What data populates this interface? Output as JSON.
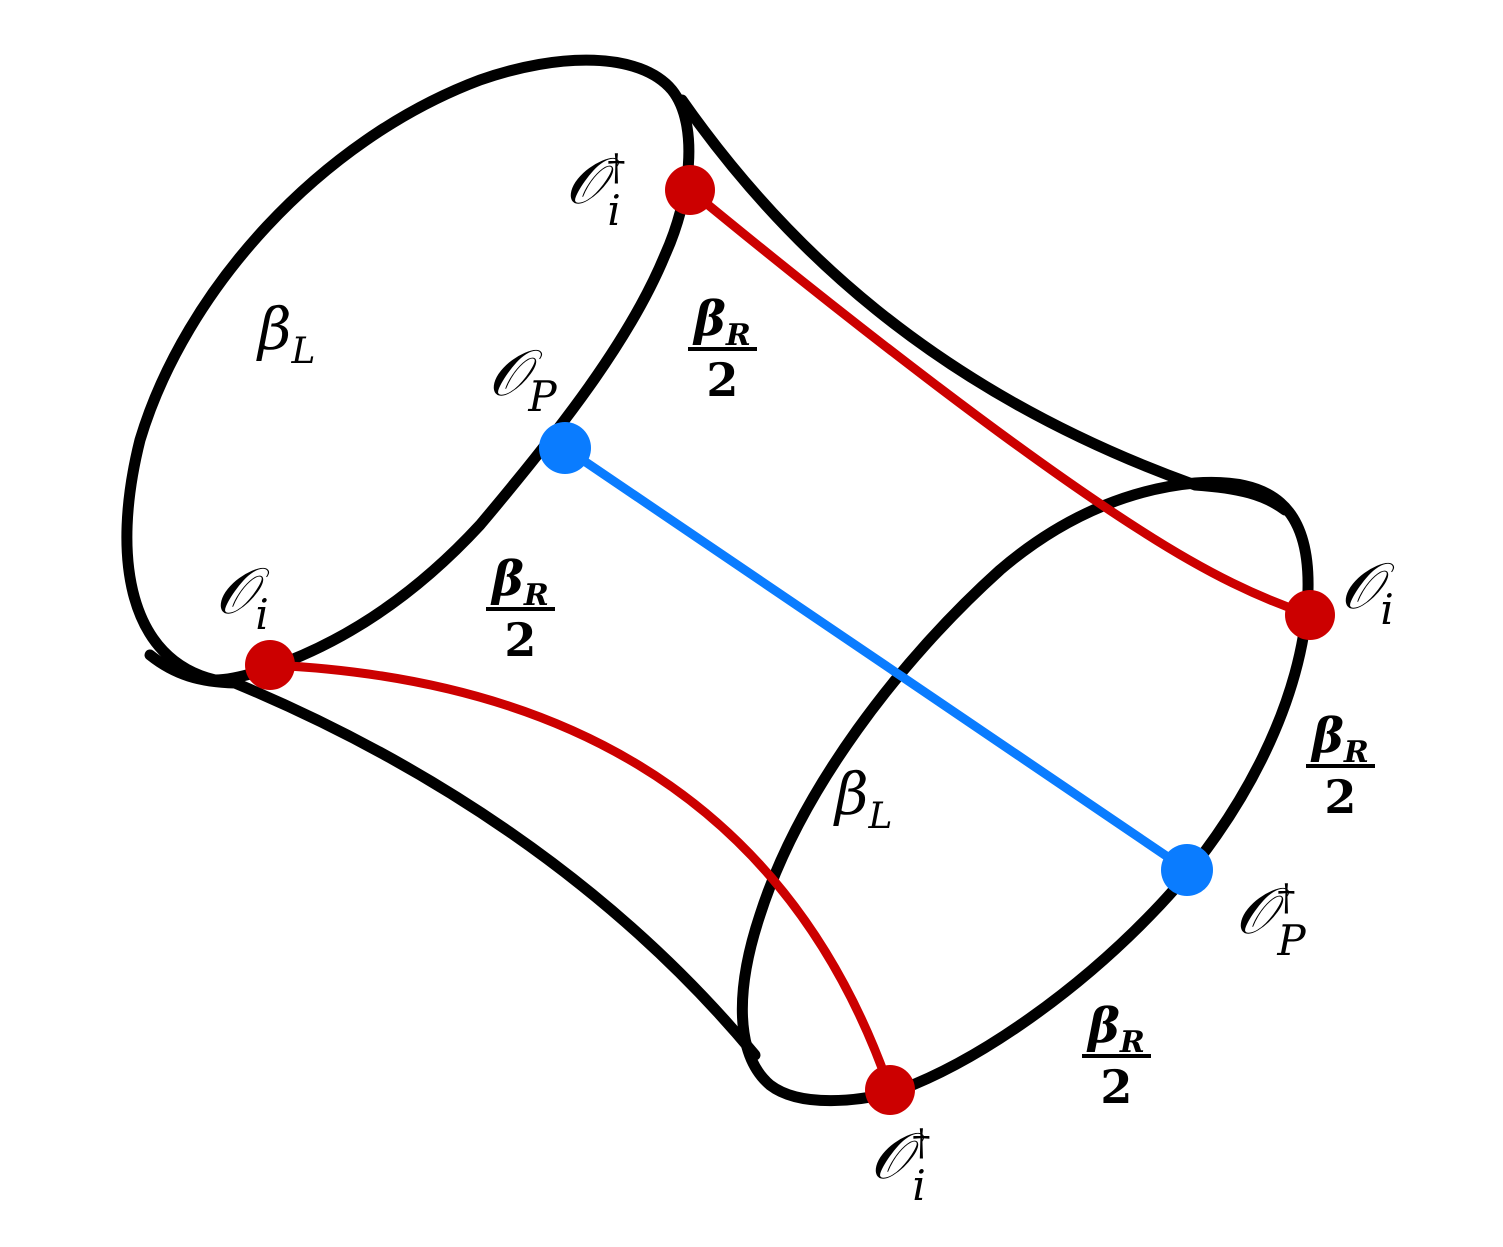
{
  "diagram": {
    "colors": {
      "outline": "#000000",
      "red_path": "#cc0000",
      "blue_path": "#0a7cff"
    },
    "labels": {
      "op_main": "𝒪",
      "sub_i": "i",
      "sub_P": "P",
      "dagger": "†",
      "beta": "β",
      "sub_L": "L",
      "sub_R": "R",
      "two": "2"
    }
  }
}
